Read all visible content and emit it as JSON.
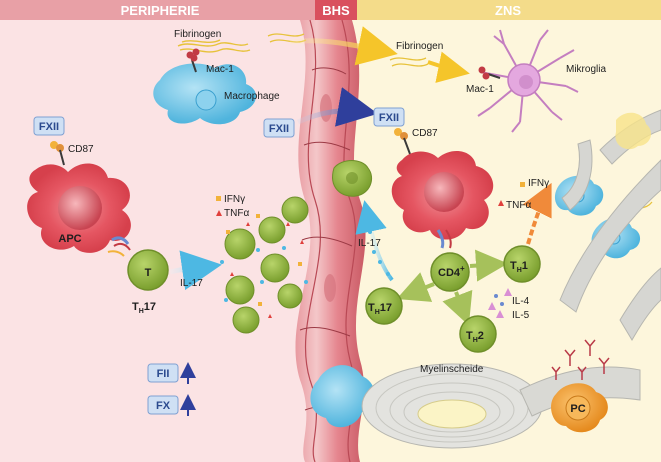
{
  "headers": {
    "left": "PERIPHERIE",
    "middle": "BHS",
    "right": "ZNS"
  },
  "labels": {
    "fibrinogen_left": "Fibrinogen",
    "mac1_left": "Mac-1",
    "macrophage": "Macrophage",
    "fxii_left": "FXII",
    "cd87_left": "CD87",
    "apc": "APC",
    "t_cell": "T",
    "th17_left_t": "T",
    "th17_left_sub": "H",
    "th17_left_num": "17",
    "ifn_left": "IFNγ",
    "tnf_left": "TNFα",
    "il17_left": "IL-17",
    "fxii_mid": "FXII",
    "fxii_right": "FXII",
    "cd87_right": "CD87",
    "il17_right": "IL-17",
    "fibrinogen_right": "Fibrinogen",
    "mac1_right": "Mac-1",
    "mikroglia": "Mikroglia",
    "cd4": "CD4",
    "cd4_sup": "+",
    "th1_t": "T",
    "th1_sub": "H",
    "th1_num": "1",
    "th17_right_t": "T",
    "th17_right_sub": "H",
    "th17_right_num": "17",
    "th2_t": "T",
    "th2_sub": "H",
    "th2_num": "2",
    "ifn_right": "IFNγ",
    "tnf_right": "TNFα",
    "il4": "IL-4",
    "il5": "IL-5",
    "myelin": "Myelinscheide",
    "pc": "PC",
    "fii": "FII",
    "fx": "FX"
  },
  "colors": {
    "periphery_bg": "#fbe3e4",
    "periphery_header": "#e8a0a6",
    "bhs_header": "#d9505e",
    "cns_bg": "#fdf6dc",
    "cns_header": "#f4dc8a",
    "apc": "#e44a55",
    "t_cell": "#8fb23c",
    "macrophage": "#6cc4e6",
    "microglia": "#d98fd4",
    "plasma_cell": "#f3a23a",
    "factor_box": "#cfe0f4",
    "factor_text": "#2b4a8e"
  }
}
